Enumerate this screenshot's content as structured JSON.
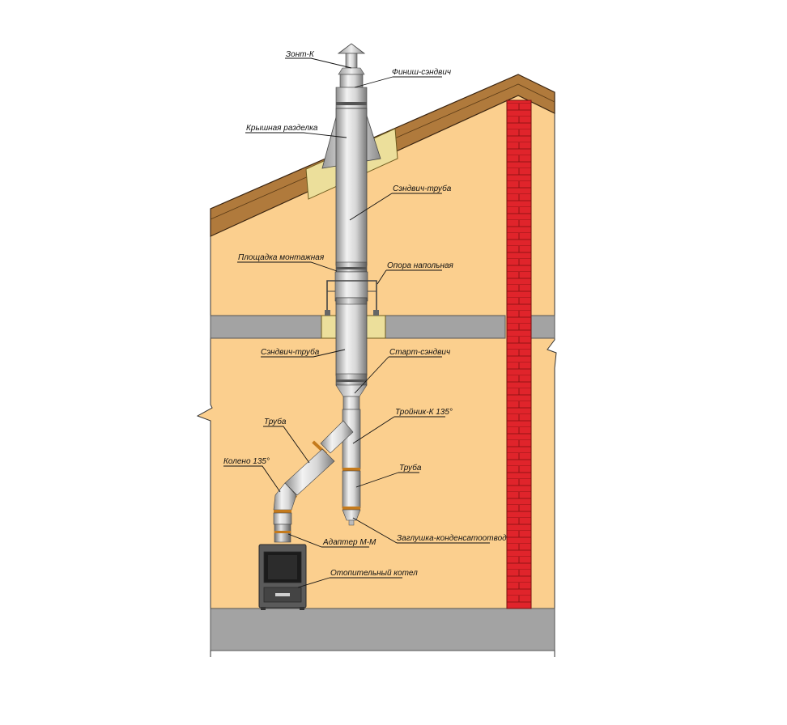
{
  "labels": {
    "zont": "Зонт-К",
    "finish": "Финиш-сэндвич",
    "roof_cut": "Крышная разделка",
    "sandwich_top": "Сэндвич-труба",
    "platform": "Площадка монтажная",
    "support": "Опора напольная",
    "sandwich_mid": "Сэндвич-труба",
    "start": "Старт-сэндвич",
    "tee": "Тройник-К 135°",
    "pipe_left": "Труба",
    "elbow": "Колено 135°",
    "pipe_right": "Труба",
    "adapter": "Адаптер М-М",
    "cap": "Заглушка-конденсатоотвод",
    "boiler": "Отопительный котел"
  },
  "colors": {
    "wall": "#fbcf8e",
    "roof": "#b07a3c",
    "slab": "#a3a3a3",
    "brick": "#e0242b",
    "insulation": "#ecdf9b",
    "pipe": "#bdbdbd",
    "boiler": "#5a5a5a"
  }
}
